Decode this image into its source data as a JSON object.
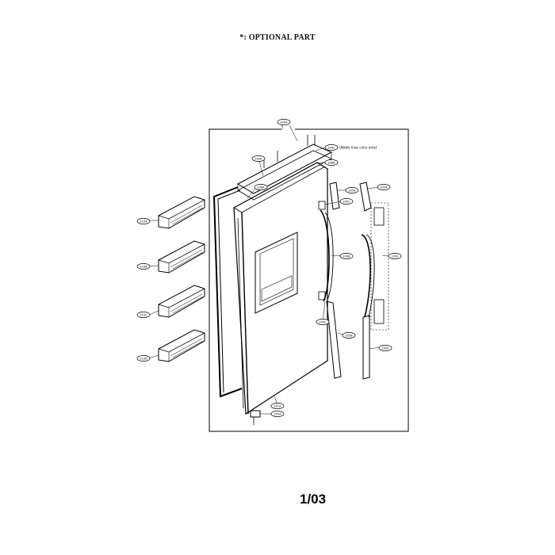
{
  "header": {
    "title": "*: OPTIONAL PART"
  },
  "footer": {
    "page": "1/03"
  },
  "callouts": {
    "c200A": "200A",
    "c202A": "202A",
    "c204C": "204C",
    "c206B": "206B",
    "c206A": "206A",
    "c205A_top": "205A",
    "c205A_right": "205A",
    "c205C_top": "205C",
    "c205C_bottom": "205C",
    "c203B": "203B",
    "c203F": "203F",
    "c205B": "205B",
    "c205E": "205E",
    "c201A": "201A",
    "c205A_bottom": "205A",
    "c210A": "210A",
    "c210B": "210B",
    "c210C": "210C",
    "c210D": "210D"
  },
  "note": {
    "noble_inox": "(Noble Inox color only)"
  }
}
